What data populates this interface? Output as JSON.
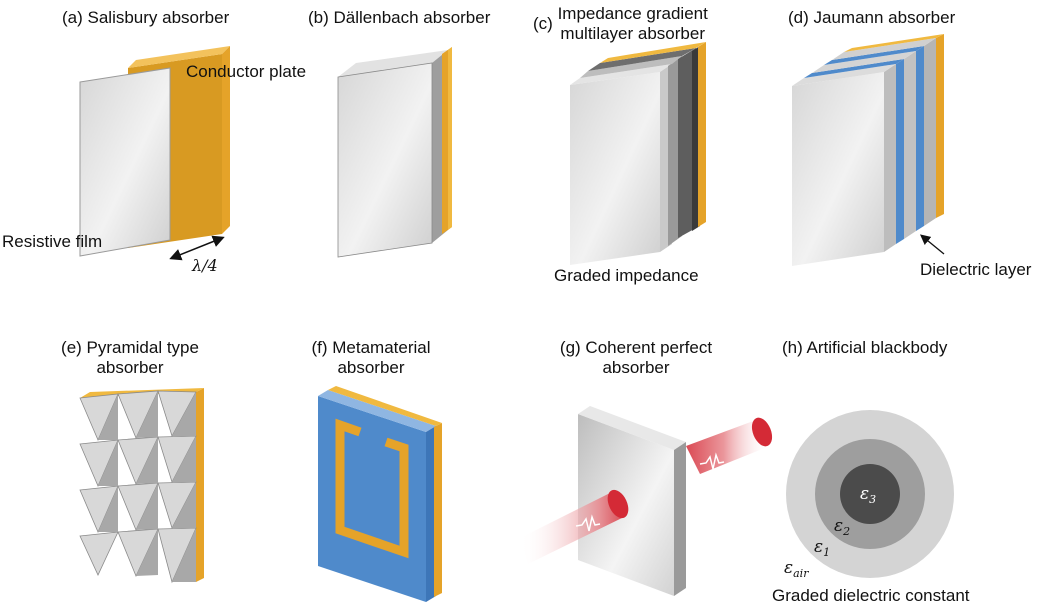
{
  "panels": {
    "a": {
      "title": "(a) Salisbury absorber",
      "label_plate": "Conductor plate",
      "label_film": "Resistive film",
      "label_distance": "λ/4"
    },
    "b": {
      "title": "(b) Dällenbach absorber"
    },
    "c": {
      "title_line1": "Impedance gradient",
      "title_prefix": "(c)",
      "title_line2": "multilayer absorber",
      "label_bottom": "Graded impedance"
    },
    "d": {
      "title": "(d) Jaumann absorber",
      "label_layer": "Dielectric layer"
    },
    "e": {
      "title_line1": "(e) Pyramidal type",
      "title_line2": "absorber"
    },
    "f": {
      "title_line1": "(f) Metamaterial",
      "title_line2": "absorber"
    },
    "g": {
      "title_line1": "(g) Coherent perfect",
      "title_line2": "absorber"
    },
    "h": {
      "title": "(h) Artificial blackbody",
      "eps3": "ε",
      "eps3_sub": "3",
      "eps2": "ε",
      "eps2_sub": "2",
      "eps1": "ε",
      "eps1_sub": "1",
      "eps_air": "ε",
      "eps_air_sub": "air",
      "label_bottom": "Graded dielectric constant"
    }
  },
  "colors": {
    "gold": "#E8A52B",
    "blue": "#4F8ACB",
    "dark_gray": "#4a4a4a",
    "red": "#D9303A"
  }
}
